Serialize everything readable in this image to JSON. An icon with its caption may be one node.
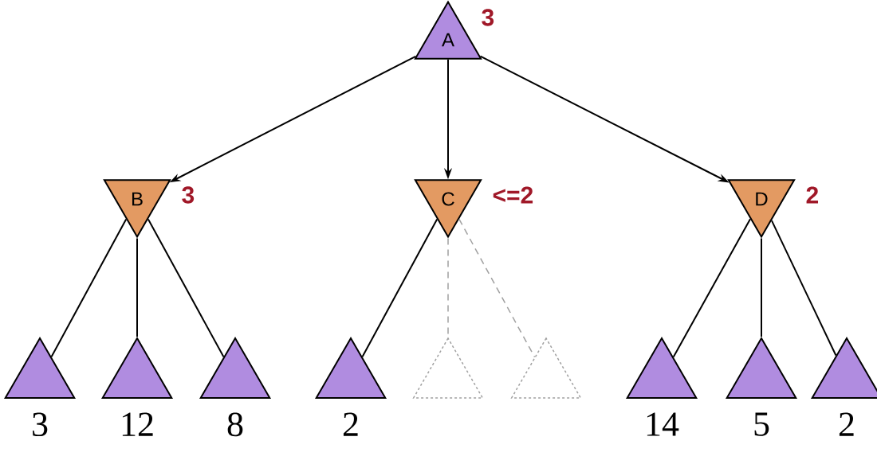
{
  "diagram": {
    "nodes": [
      {
        "text": [
          "A"
        ],
        "beside": [
          "3"
        ]
      },
      {
        "text": [
          "B"
        ],
        "beside": [
          "3"
        ]
      },
      {
        "text": [
          "C"
        ],
        "beside": [
          "<=2"
        ]
      },
      {
        "text": [
          "D"
        ],
        "beside": [
          "2"
        ]
      },
      {
        "text": [],
        "shape": "triangle",
        "beside": [
          "3"
        ]
      },
      {
        "text": [],
        "shape": "triangle",
        "beside": [
          "12"
        ]
      },
      {
        "text": [],
        "shape": "triangle",
        "beside": [
          "8"
        ]
      },
      {
        "text": [],
        "shape": "triangle",
        "beside": [
          "2"
        ]
      },
      {
        "text": [],
        "shape": "triangle"
      },
      {
        "text": [],
        "shape": "triangle"
      },
      {
        "text": [],
        "shape": "triangle",
        "beside": [
          "14"
        ]
      },
      {
        "text": [],
        "shape": "triangle",
        "beside": [
          "5"
        ]
      },
      {
        "text": [],
        "shape": "triangle",
        "beside": [
          "2"
        ]
      }
    ],
    "edges": [
      {
        "from": 0,
        "to": 1,
        "arrow": "to"
      },
      {
        "from": 0,
        "to": 2,
        "arrow": "to"
      },
      {
        "from": 0,
        "to": 3,
        "arrow": "to"
      },
      {
        "from": 1,
        "to": 4,
        "arrow": "none"
      },
      {
        "from": 1,
        "to": 5,
        "arrow": "none"
      },
      {
        "from": 1,
        "to": 6,
        "arrow": "none"
      },
      {
        "from": 2,
        "to": 7,
        "arrow": "none"
      },
      {
        "from": 2,
        "to": 8,
        "arrow": "none",
        "style": "dashed",
        "color": "#a0a0a0"
      },
      {
        "from": 2,
        "to": 9,
        "arrow": "none",
        "style": "dashed",
        "color": "#a0a0a0"
      },
      {
        "from": 3,
        "to": 10,
        "arrow": "none"
      },
      {
        "from": 3,
        "to": 11,
        "arrow": "none"
      },
      {
        "from": 3,
        "to": 12,
        "arrow": "none"
      }
    ]
  }
}
